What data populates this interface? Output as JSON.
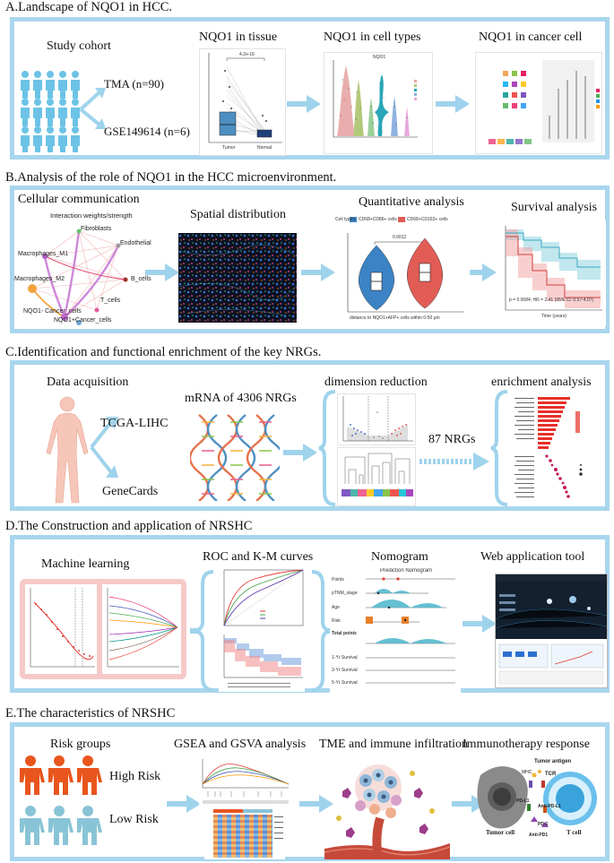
{
  "colors": {
    "panel_border": "#a9d6ee",
    "arrow": "#9fd3ec",
    "people_blue": "#6cc3e6",
    "high_risk": "#e8551d",
    "low_risk": "#89c4d6"
  },
  "sections": {
    "a": {
      "title": "A.Landscape of NQO1 in HCC.",
      "cohort_label": "Study cohort",
      "tma": "TMA (n=90)",
      "gse": "GSE149614 (n=6)",
      "tissue": "NQO1 in tissue",
      "cell_types": "NQO1 in cell types",
      "cancer_cell": "NQO1 in cancer cell",
      "pval": "4.2e-16",
      "tissue_x1": "Tumor",
      "tissue_x2": "Normal",
      "violin_title": "NQO1"
    },
    "b": {
      "title": "B.Analysis of the role of NQO1 in the HCC microenvironment.",
      "comm": "Cellular communication",
      "net_title": "Interaction weights/strength",
      "nodes": [
        "Fibroblasts",
        "Endothelial",
        "Macrophages_M1",
        "Macrophages_M2",
        "B_cells",
        "T_cells",
        "NQO1- Cancer_cells",
        "NQO1+Cancer_cells"
      ],
      "spatial": "Spatial distribution",
      "quant": "Quantitative analysis",
      "legend_title": "Cell types",
      "legend_1": "CD68+CD86+ cells",
      "legend_2": "CD68+CD163+ cells",
      "quant_p": "0.0012",
      "quant_x": "distance to NQO1+AFP+ cells within 0-50 μm",
      "surv": "Survival analysis",
      "surv_p": "p = 0.0084; HR = 2.41 (95% CI: 0.57-4.07)",
      "surv_x": "Time (years)"
    },
    "c": {
      "title": "C.Identification and functional enrichment of the key NRGs.",
      "acq": "Data acquisition",
      "tcga": "TCGA-LIHC",
      "genecards": "GeneCards",
      "mrna": "mRNA of 4306 NRGs",
      "dimred": "dimension reduction",
      "n87": "87 NRGs",
      "enrich": "enrichment analysis"
    },
    "d": {
      "title": "D.The Construction and application of NRSHC",
      "ml": "Machine learning",
      "roc": "ROC and K-M curves",
      "nomo": "Nomogram",
      "nomo_title": "Prediction Nomogram",
      "nomo_rows": [
        "Points",
        "pTNM_stage",
        "Age",
        "Risk",
        "Total points",
        "1-Yr Survival",
        "3-Yr Survival",
        "5-Yr Survival"
      ],
      "web": "Web application tool"
    },
    "e": {
      "title": "E.The characteristics of NRSHC",
      "risk": "Risk groups",
      "high": "High Risk",
      "low": "Low Risk",
      "gsea": "GSEA and GSVA analysis",
      "tme": "TME and immune infiltration",
      "immuno": "Immunotherapy response",
      "tumor_cell": "Tumor cell",
      "t_cell": "T cell",
      "tumor_antigen": "Tumor antigen",
      "tcr": "TCR",
      "pdl1": "PD-L1",
      "pd1": "PD-1",
      "anti_pdl1": "Anti-PD-L1",
      "anti_pd1": "Anti-PD1",
      "mhc": "MHC"
    }
  }
}
